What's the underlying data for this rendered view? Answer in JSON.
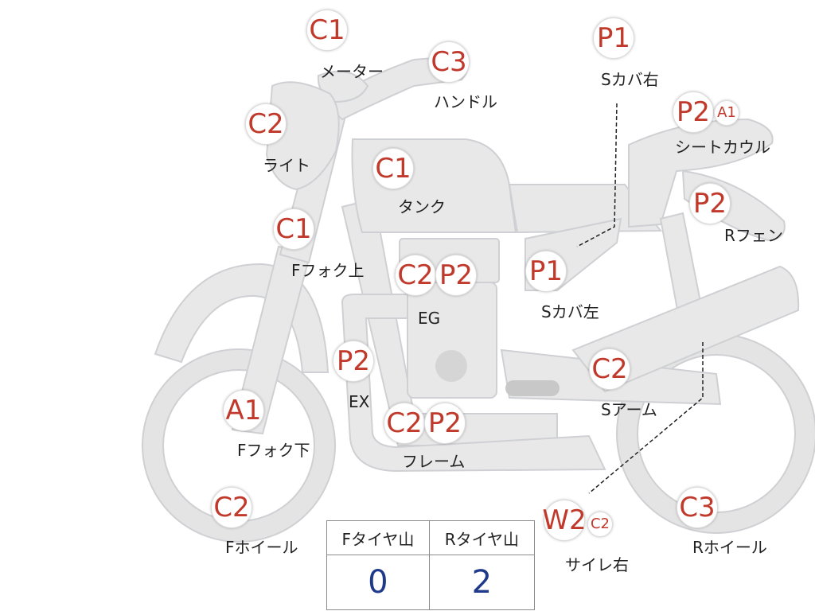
{
  "parts": [
    {
      "id": "meter",
      "grades": [
        "C1"
      ],
      "label": "メーター"
    },
    {
      "id": "handle",
      "grades": [
        "C3"
      ],
      "label": "ハンドル"
    },
    {
      "id": "light",
      "grades": [
        "C2"
      ],
      "label": "ライト"
    },
    {
      "id": "tank",
      "grades": [
        "C1"
      ],
      "label": "タンク"
    },
    {
      "id": "ffork-upper",
      "grades": [
        "C1"
      ],
      "label": "Fフォク上"
    },
    {
      "id": "engine",
      "grades": [
        "C2",
        "P2"
      ],
      "label": "EG"
    },
    {
      "id": "exhaust",
      "grades": [
        "P2"
      ],
      "label": "EX"
    },
    {
      "id": "ffork-lower",
      "grades": [
        "A1"
      ],
      "label": "Fフォク下"
    },
    {
      "id": "frame",
      "grades": [
        "C2",
        "P2"
      ],
      "label": "フレーム"
    },
    {
      "id": "fwheel",
      "grades": [
        "C2"
      ],
      "label": "Fホイール"
    },
    {
      "id": "sidecover-right",
      "grades": [
        "P1"
      ],
      "label": "Sカバ右"
    },
    {
      "id": "seatcowl",
      "grades": [
        "P2",
        "A1"
      ],
      "label": "シートカウル"
    },
    {
      "id": "rfender",
      "grades": [
        "P2"
      ],
      "label": "Rフェン"
    },
    {
      "id": "sidecover-left",
      "grades": [
        "P1"
      ],
      "label": "Sカバ左"
    },
    {
      "id": "swingarm",
      "grades": [
        "C2"
      ],
      "label": "Sアーム"
    },
    {
      "id": "muffler-right",
      "grades": [
        "W2",
        "C2"
      ],
      "label": "サイレ右"
    },
    {
      "id": "rwheel",
      "grades": [
        "C3"
      ],
      "label": "Rホイール"
    }
  ],
  "tyre_table": {
    "headers": [
      "Fタイヤ山",
      "Rタイヤ山"
    ],
    "values": [
      "0",
      "2"
    ]
  },
  "colors": {
    "grade_text": "#c0392b",
    "tyre_value": "#1f3a8a",
    "body_fill": "#e8e8e8"
  }
}
